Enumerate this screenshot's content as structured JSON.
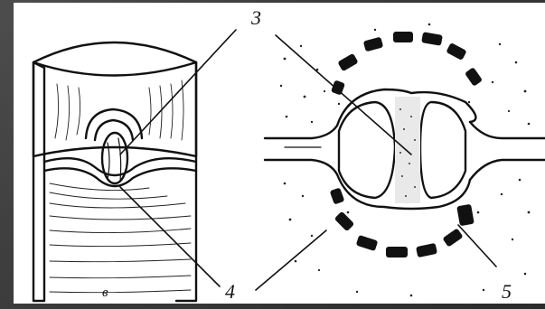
{
  "labels": {
    "callout_3": "3",
    "callout_4": "4",
    "callout_5": "5",
    "panel_letter": "в"
  }
}
